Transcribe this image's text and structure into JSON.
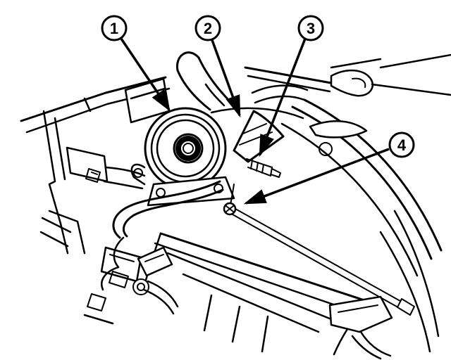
{
  "figure": {
    "type": "technical-illustration",
    "description": "Black-and-white engine compartment line drawing with four numbered callouts pointing to components",
    "background_color": "#ffffff",
    "line_color": "#000000",
    "callouts": [
      {
        "label": "1"
      },
      {
        "label": "2"
      },
      {
        "label": "3"
      },
      {
        "label": "4"
      }
    ]
  }
}
